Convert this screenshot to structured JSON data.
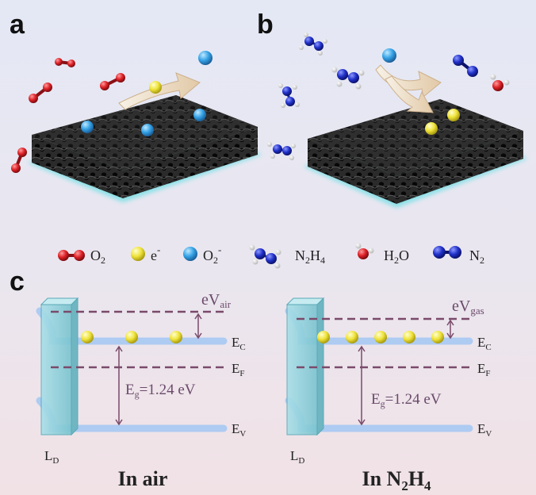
{
  "panels": {
    "a": "a",
    "b": "b",
    "c": "c"
  },
  "legend": {
    "o2": {
      "main": "O",
      "sub": "2"
    },
    "electron": {
      "main": "e",
      "sup": "-"
    },
    "superoxide": {
      "main": "O",
      "sub": "2",
      "sup": "-"
    },
    "hydrazine": {
      "a": "N",
      "b": "2",
      "c": "H",
      "d": "4"
    },
    "water": {
      "a": "H",
      "b": "2",
      "c": "O"
    },
    "nitrogen": {
      "main": "N",
      "sub": "2"
    }
  },
  "band_left": {
    "ec": {
      "main": "E",
      "sub": "C"
    },
    "ef": {
      "main": "E",
      "sub": "F"
    },
    "ev": {
      "main": "E",
      "sub": "V"
    },
    "eg": {
      "a": "E",
      "b": "g",
      "c": "=1.24 eV"
    },
    "evbar": {
      "main": "eV",
      "sub": "air"
    },
    "ld": {
      "main": "L",
      "sub": "D"
    },
    "title": "In air",
    "electrons": 3
  },
  "band_right": {
    "ec": {
      "main": "E",
      "sub": "C"
    },
    "ef": {
      "main": "E",
      "sub": "F"
    },
    "ev": {
      "main": "E",
      "sub": "V"
    },
    "eg": {
      "a": "E",
      "b": "g",
      "c": "=1.24 eV"
    },
    "evbar": {
      "main": "eV",
      "sub": "gas"
    },
    "ld": {
      "main": "L",
      "sub": "D"
    },
    "title": {
      "a": "In N",
      "b": "2",
      "c": "H",
      "d": "4"
    },
    "electrons": 5
  },
  "colors": {
    "oxygen": "#e0242a",
    "electron": "#f2e93a",
    "superoxide": "#3aa8e8",
    "nitrogen": "#1f2fc8",
    "band_line": "#aecbf2",
    "dash": "#7a4a6a"
  }
}
